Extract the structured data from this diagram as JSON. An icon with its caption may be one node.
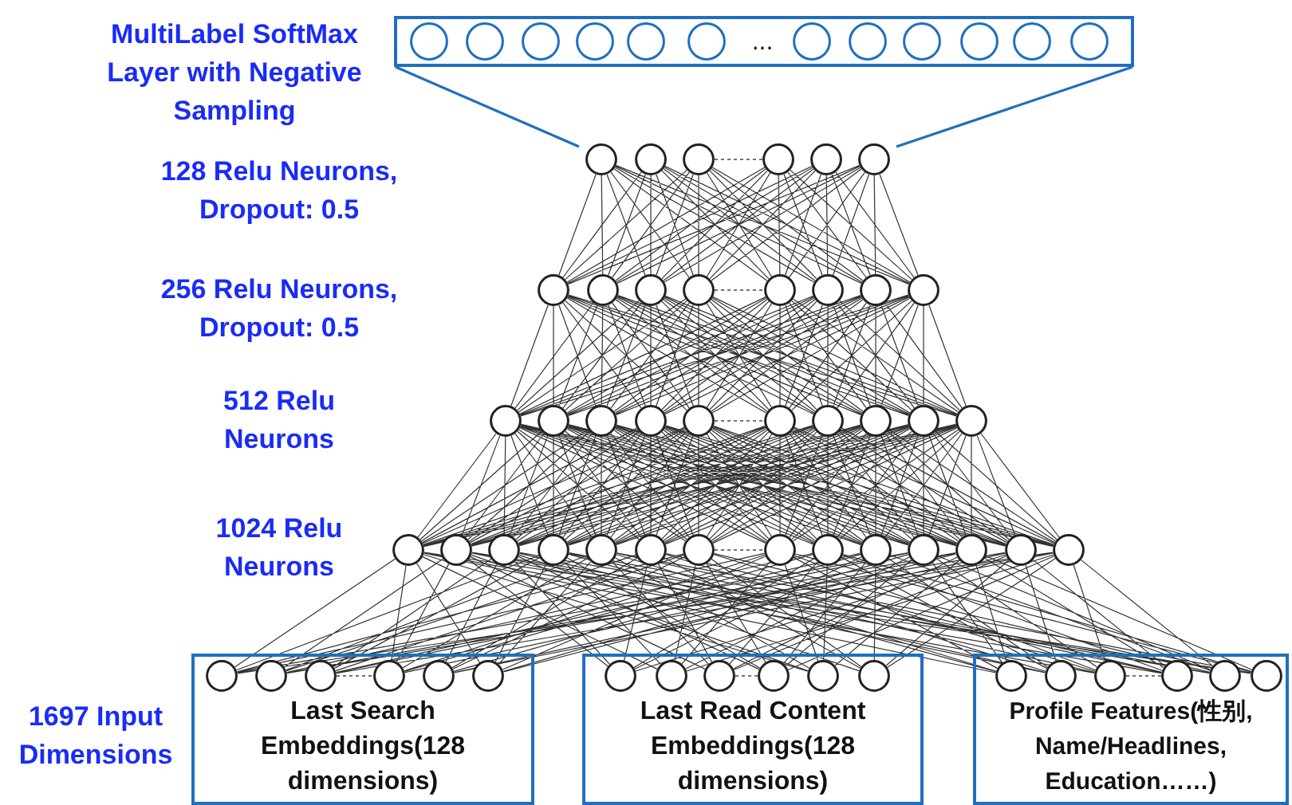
{
  "diagram": {
    "nodes": [
      {
        "text": [
          "..."
        ],
        "beside": [
          "MultiLabel SoftMax Layer with Negative Sampling"
        ]
      },
      {
        "text": [],
        "shape": "circle"
      },
      {
        "text": [],
        "shape": "circle"
      },
      {
        "text": [],
        "shape": "circle"
      },
      {
        "text": [],
        "shape": "circle"
      },
      {
        "text": [
          "Last Search Embeddings(128 dimensions)"
        ]
      },
      {
        "text": [
          "Last Read Content Embeddings(128 dimensions)"
        ]
      },
      {
        "text": [
          "Profile Features(性别, Name/Headlines, Education……)"
        ]
      }
    ],
    "edges": [
      {
        "from": 1,
        "to": 0,
        "arrow": "none",
        "color": "#1f6fc0"
      },
      {
        "from": 1,
        "to": 0,
        "arrow": "none",
        "color": "#1f6fc0"
      },
      {
        "from": 2,
        "to": 1,
        "arrow": "none"
      },
      {
        "from": 3,
        "to": 2,
        "arrow": "none"
      },
      {
        "from": 4,
        "to": 3,
        "arrow": "none"
      },
      {
        "from": 5,
        "to": 4,
        "arrow": "none"
      },
      {
        "from": 6,
        "to": 4,
        "arrow": "none"
      },
      {
        "from": 7,
        "to": 4,
        "arrow": "none"
      }
    ],
    "labels": [
      "128 Relu Neurons, Dropout: 0.5",
      "256 Relu Neurons, Dropout: 0.5",
      "512 Relu Neurons",
      "1024 Relu Neurons",
      "1697 Input Dimensions"
    ]
  }
}
